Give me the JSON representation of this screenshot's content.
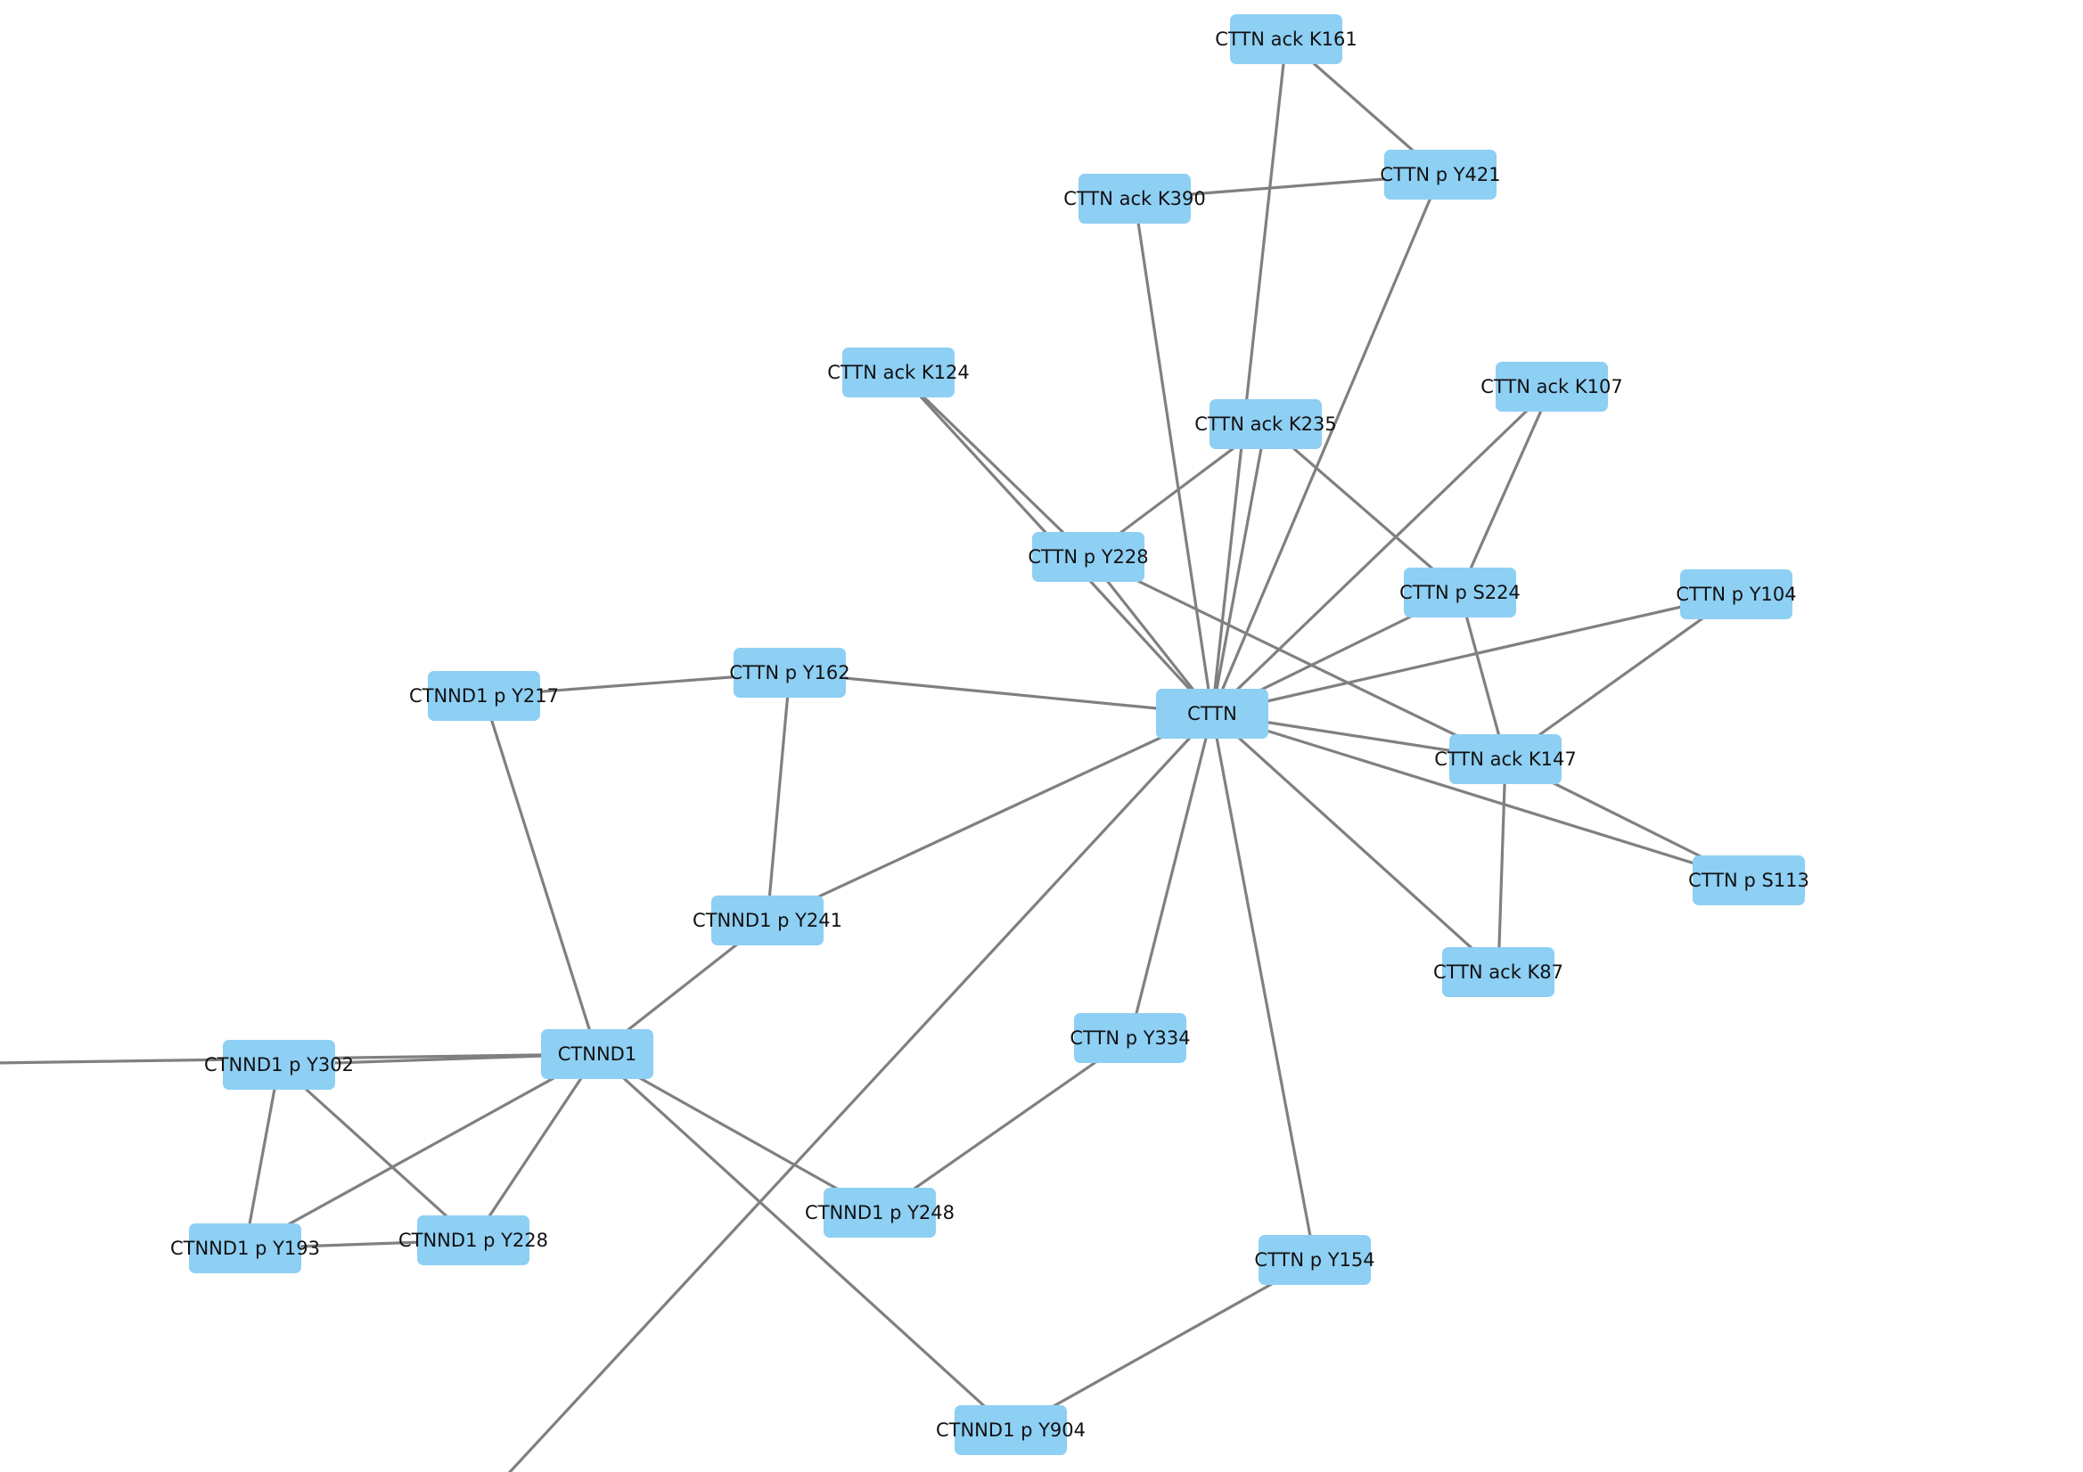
{
  "colors": {
    "node_fill": "#8ecff4",
    "edge": "#808080",
    "label": "#111111",
    "background": "#ffffff"
  },
  "nodes": [
    {
      "id": "CTTN",
      "label": "CTTN"
    },
    {
      "id": "CTNND1",
      "label": "CTNND1"
    },
    {
      "id": "CTTN_ack_K161",
      "label": "CTTN ack K161"
    },
    {
      "id": "CTTN_p_Y421",
      "label": "CTTN p Y421"
    },
    {
      "id": "CTTN_ack_K390",
      "label": "CTTN ack K390"
    },
    {
      "id": "CTTN_ack_K124",
      "label": "CTTN ack K124"
    },
    {
      "id": "CTTN_ack_K235",
      "label": "CTTN ack K235"
    },
    {
      "id": "CTTN_ack_K107",
      "label": "CTTN ack K107"
    },
    {
      "id": "CTTN_p_Y228",
      "label": "CTTN p Y228"
    },
    {
      "id": "CTTN_p_S224",
      "label": "CTTN p S224"
    },
    {
      "id": "CTTN_p_Y104",
      "label": "CTTN p Y104"
    },
    {
      "id": "CTTN_p_Y162",
      "label": "CTTN p Y162"
    },
    {
      "id": "CTNND1_p_Y217",
      "label": "CTNND1 p Y217"
    },
    {
      "id": "CTTN_ack_K147",
      "label": "CTTN ack K147"
    },
    {
      "id": "CTTN_p_S113",
      "label": "CTTN p S113"
    },
    {
      "id": "CTNND1_p_Y241",
      "label": "CTNND1 p Y241"
    },
    {
      "id": "CTTN_ack_K87",
      "label": "CTTN ack K87"
    },
    {
      "id": "CTTN_p_Y334",
      "label": "CTTN p Y334"
    },
    {
      "id": "CTNND1_p_Y302",
      "label": "CTNND1 p Y302"
    },
    {
      "id": "CTNND1_p_Y248",
      "label": "CTNND1 p Y248"
    },
    {
      "id": "CTTN_p_Y154",
      "label": "CTTN p Y154"
    },
    {
      "id": "CTNND1_p_Y193",
      "label": "CTNND1 p Y193"
    },
    {
      "id": "CTNND1_p_Y228",
      "label": "CTNND1 p Y228"
    },
    {
      "id": "CTNND1_p_Y904",
      "label": "CTNND1 p Y904"
    }
  ],
  "edges": [
    [
      "CTTN_ack_K161",
      "CTTN_p_Y421"
    ],
    [
      "CTTN_ack_K161",
      "CTTN"
    ],
    [
      "CTTN_ack_K390",
      "CTTN_p_Y421"
    ],
    [
      "CTTN_ack_K390",
      "CTTN"
    ],
    [
      "CTTN_p_Y421",
      "CTTN"
    ],
    [
      "CTTN_ack_K124",
      "CTTN_p_Y228"
    ],
    [
      "CTTN_ack_K124",
      "CTTN"
    ],
    [
      "CTTN_ack_K235",
      "CTTN_p_Y228"
    ],
    [
      "CTTN_ack_K235",
      "CTTN"
    ],
    [
      "CTTN_ack_K235",
      "CTTN_p_S224"
    ],
    [
      "CTTN_ack_K107",
      "CTTN"
    ],
    [
      "CTTN_ack_K107",
      "CTTN_p_S224"
    ],
    [
      "CTTN_p_Y228",
      "CTTN"
    ],
    [
      "CTTN_p_Y228",
      "CTTN_ack_K147"
    ],
    [
      "CTTN_p_S224",
      "CTTN"
    ],
    [
      "CTTN_p_S224",
      "CTTN_ack_K147"
    ],
    [
      "CTTN_p_Y104",
      "CTTN"
    ],
    [
      "CTTN_p_Y104",
      "CTTN_ack_K147"
    ],
    [
      "CTTN",
      "CTTN_ack_K147"
    ],
    [
      "CTTN",
      "CTTN_p_S113"
    ],
    [
      "CTTN",
      "CTTN_ack_K87"
    ],
    [
      "CTTN_ack_K147",
      "CTTN_p_S113"
    ],
    [
      "CTTN_ack_K147",
      "CTTN_ack_K87"
    ],
    [
      "CTTN_p_Y162",
      "CTTN"
    ],
    [
      "CTTN_p_Y162",
      "CTNND1_p_Y217"
    ],
    [
      "CTTN_p_Y162",
      "CTNND1_p_Y241"
    ],
    [
      "CTNND1_p_Y217",
      "CTNND1"
    ],
    [
      "CTTN",
      "CTNND1_p_Y241"
    ],
    [
      "CTTN",
      "CTTN_p_Y334"
    ],
    [
      "CTTN",
      "CTTN_p_Y154"
    ],
    [
      "CTNND1_p_Y241",
      "CTNND1"
    ],
    [
      "CTTN_p_Y334",
      "CTNND1_p_Y248"
    ],
    [
      "CTTN_p_Y154",
      "CTNND1_p_Y904"
    ],
    [
      "CTNND1",
      "CTNND1_p_Y302"
    ],
    [
      "CTNND1",
      "CTNND1_p_Y193"
    ],
    [
      "CTNND1",
      "CTNND1_p_Y228"
    ],
    [
      "CTNND1",
      "CTNND1_p_Y248"
    ],
    [
      "CTNND1",
      "CTNND1_p_Y904"
    ],
    [
      "CTNND1_p_Y302",
      "CTNND1_p_Y193"
    ],
    [
      "CTNND1_p_Y302",
      "CTNND1_p_Y228"
    ],
    [
      "CTNND1_p_Y193",
      "CTNND1_p_Y228"
    ]
  ]
}
